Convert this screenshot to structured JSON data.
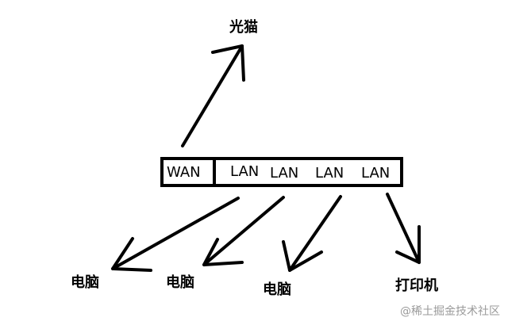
{
  "diagram": {
    "nodes": {
      "modem": "光猫",
      "computer_1": "电脑",
      "computer_2": "电脑",
      "computer_3": "电脑",
      "printer": "打印机"
    },
    "router_ports": {
      "wan": "WAN",
      "lan_1": "LAN",
      "lan_2": "LAN",
      "lan_3": "LAN",
      "lan_4": "LAN"
    },
    "watermark": "@稀土掘金技术社区"
  }
}
